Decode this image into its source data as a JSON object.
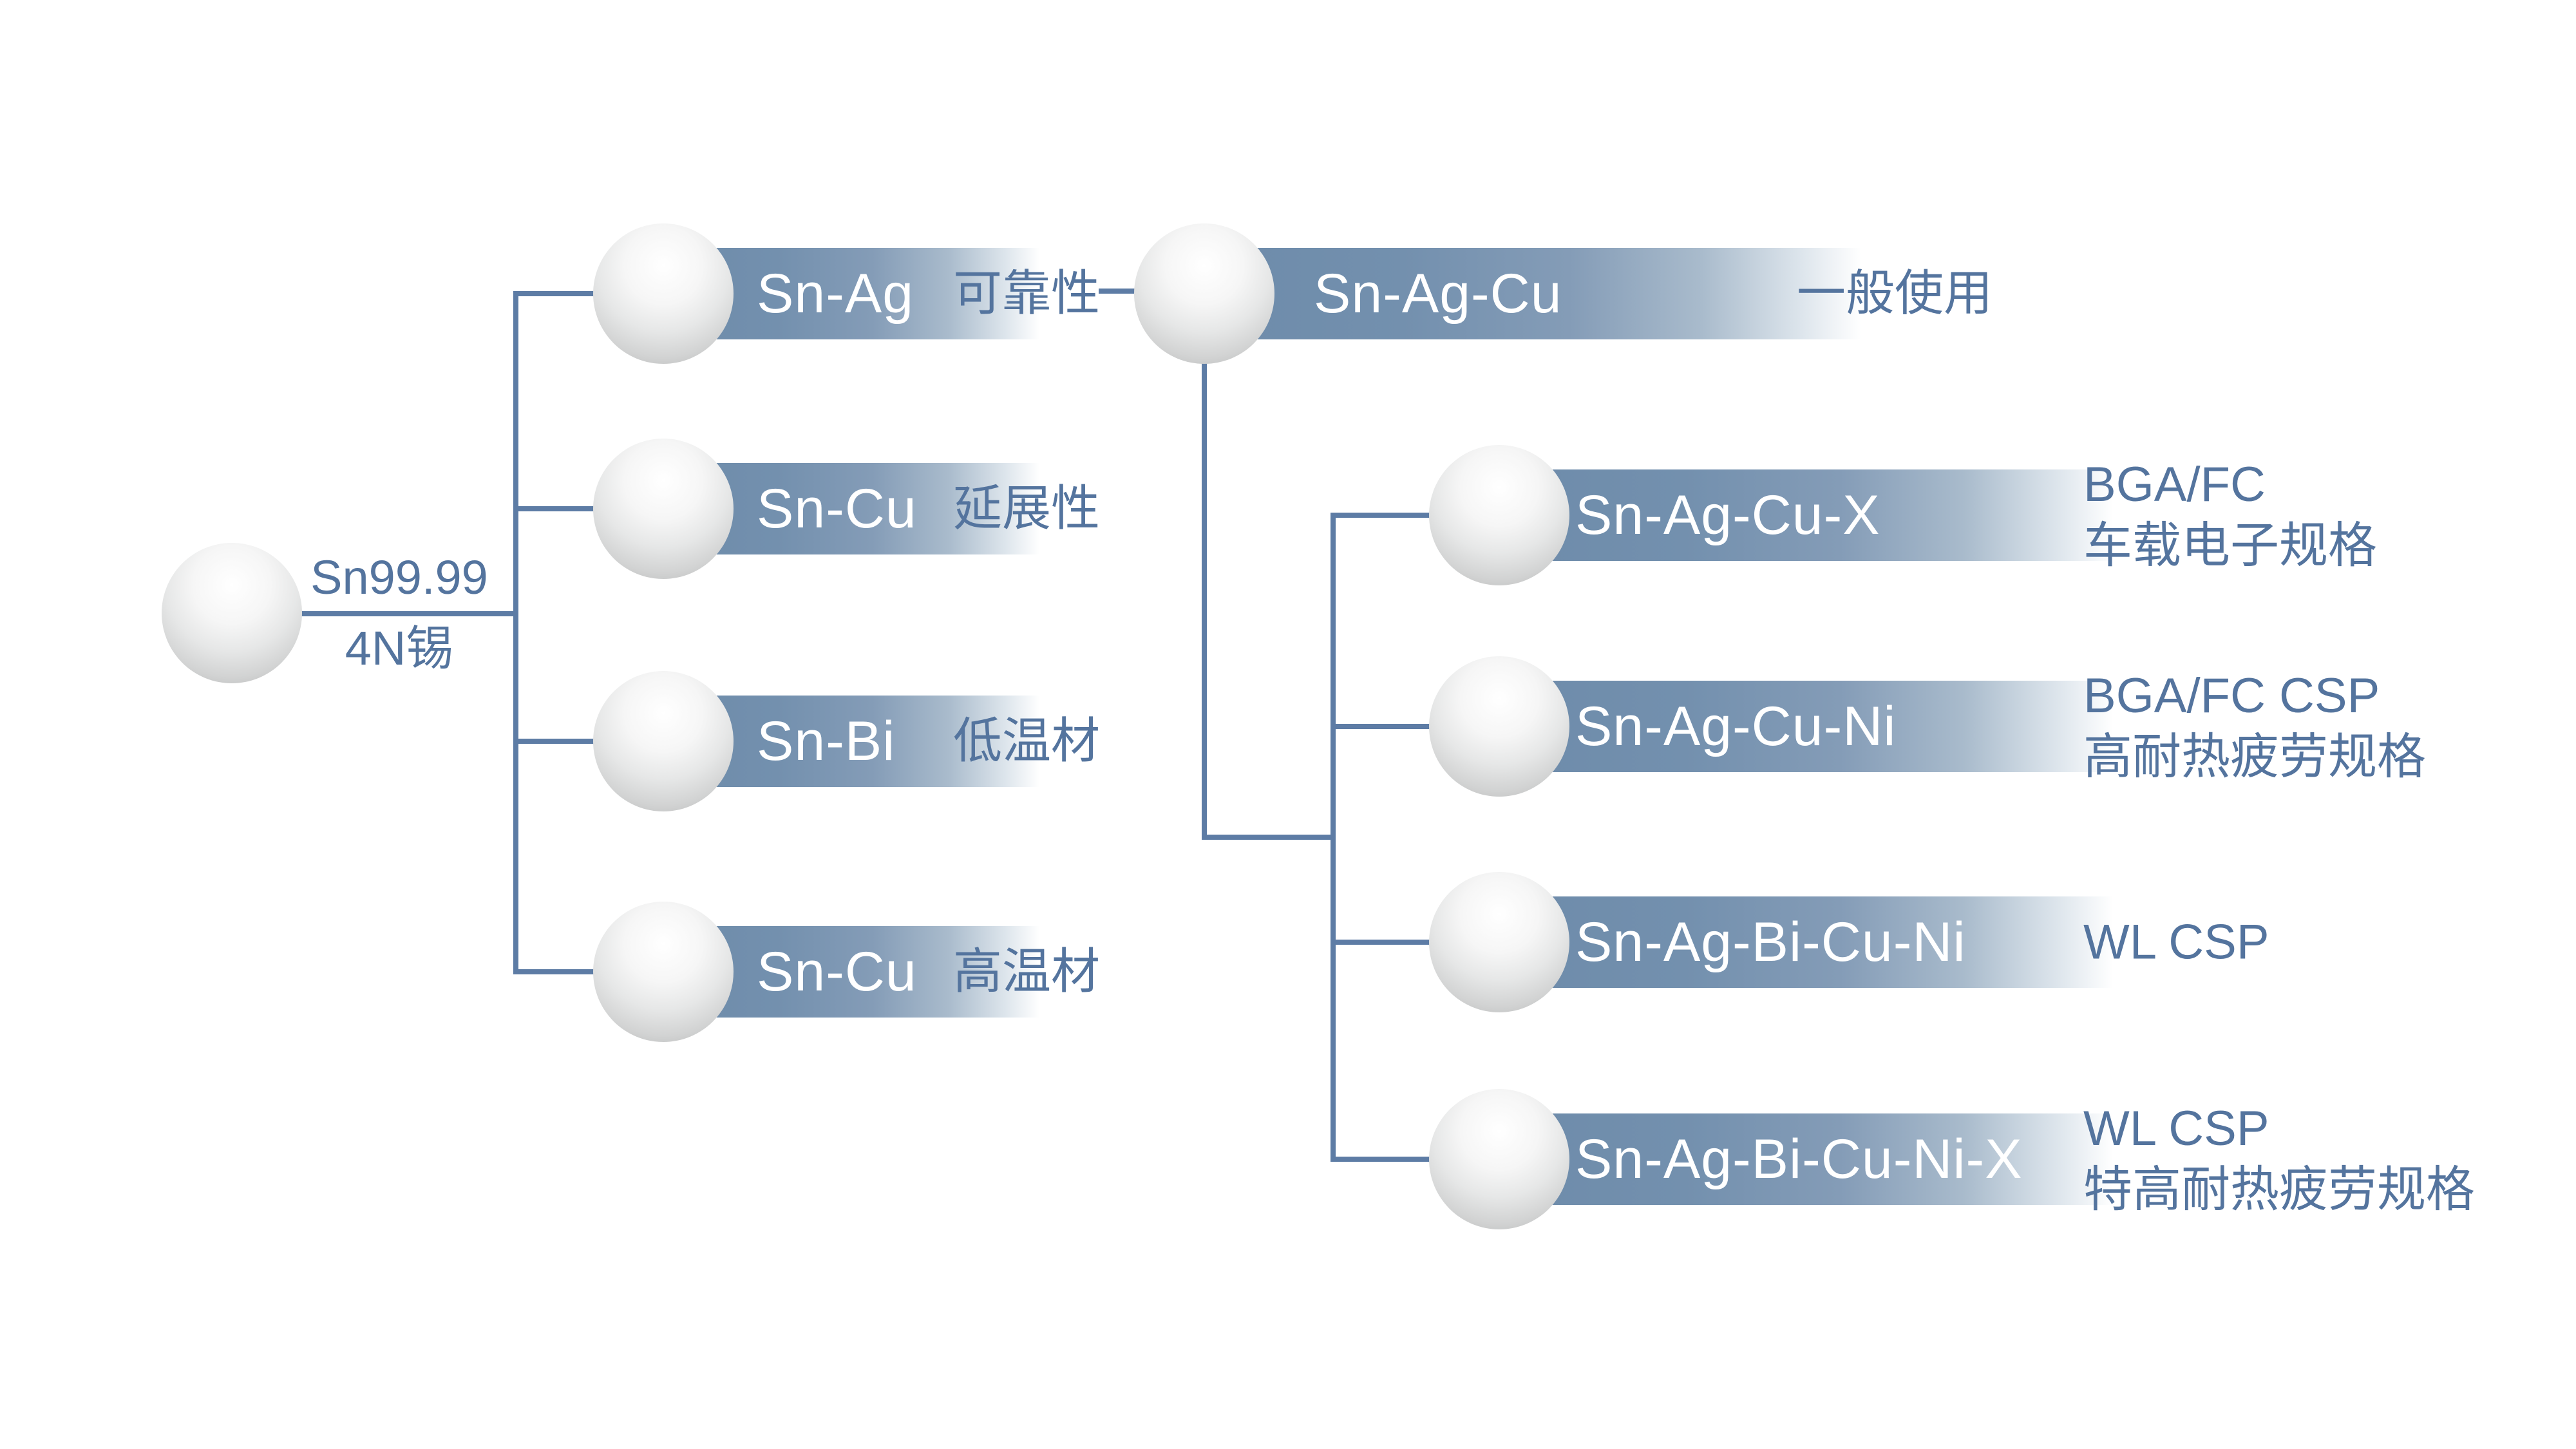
{
  "colors": {
    "connector_line": "#5d7ca5",
    "bar_start": "#6d8baa",
    "label_text": "#54749e",
    "bar_text": "#ffffff",
    "background": "#ffffff"
  },
  "tree": {
    "root": {
      "name_line1": "Sn99.99",
      "name_line2": "4N锡"
    },
    "level1": [
      {
        "alloy": "Sn-Ag",
        "property": "可靠性"
      },
      {
        "alloy": "Sn-Cu",
        "property": "延展性"
      },
      {
        "alloy": "Sn-Bi",
        "property": "低温材"
      },
      {
        "alloy": "Sn-Cu",
        "property": "高温材"
      }
    ],
    "level2": {
      "alloy": "Sn-Ag-Cu",
      "use": "一般使用"
    },
    "level3": [
      {
        "alloy": "Sn-Ag-Cu-X",
        "use_line1": "BGA/FC",
        "use_line2": "车载电子规格"
      },
      {
        "alloy": "Sn-Ag-Cu-Ni",
        "use_line1": "BGA/FC CSP",
        "use_line2": "高耐热疲劳规格"
      },
      {
        "alloy": "Sn-Ag-Bi-Cu-Ni",
        "use_line1": "WL CSP"
      },
      {
        "alloy": "Sn-Ag-Bi-Cu-Ni-X",
        "use_line1": "WL CSP",
        "use_line2": "特高耐热疲劳规格"
      }
    ]
  }
}
